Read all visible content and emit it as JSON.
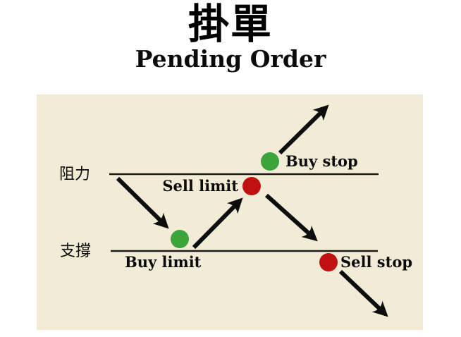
{
  "title": {
    "main": "掛單",
    "subtitle": "Pending Order"
  },
  "diagram": {
    "panel_bg": "#f2ecd6",
    "line_color": "#1a1a1a",
    "arrow_color": "#0d0d0d",
    "buy_dot_color": "#3ba43b",
    "sell_dot_color": "#c01010",
    "resistance_label": "阻力",
    "support_label": "支撐",
    "orders": [
      {
        "label": "Buy stop",
        "side": "buy",
        "position": "above resistance line"
      },
      {
        "label": "Sell limit",
        "side": "sell",
        "position": "at resistance line"
      },
      {
        "label": "Buy limit",
        "side": "buy",
        "position": "at support line"
      },
      {
        "label": "Sell stop",
        "side": "sell",
        "position": "below support line"
      }
    ]
  }
}
